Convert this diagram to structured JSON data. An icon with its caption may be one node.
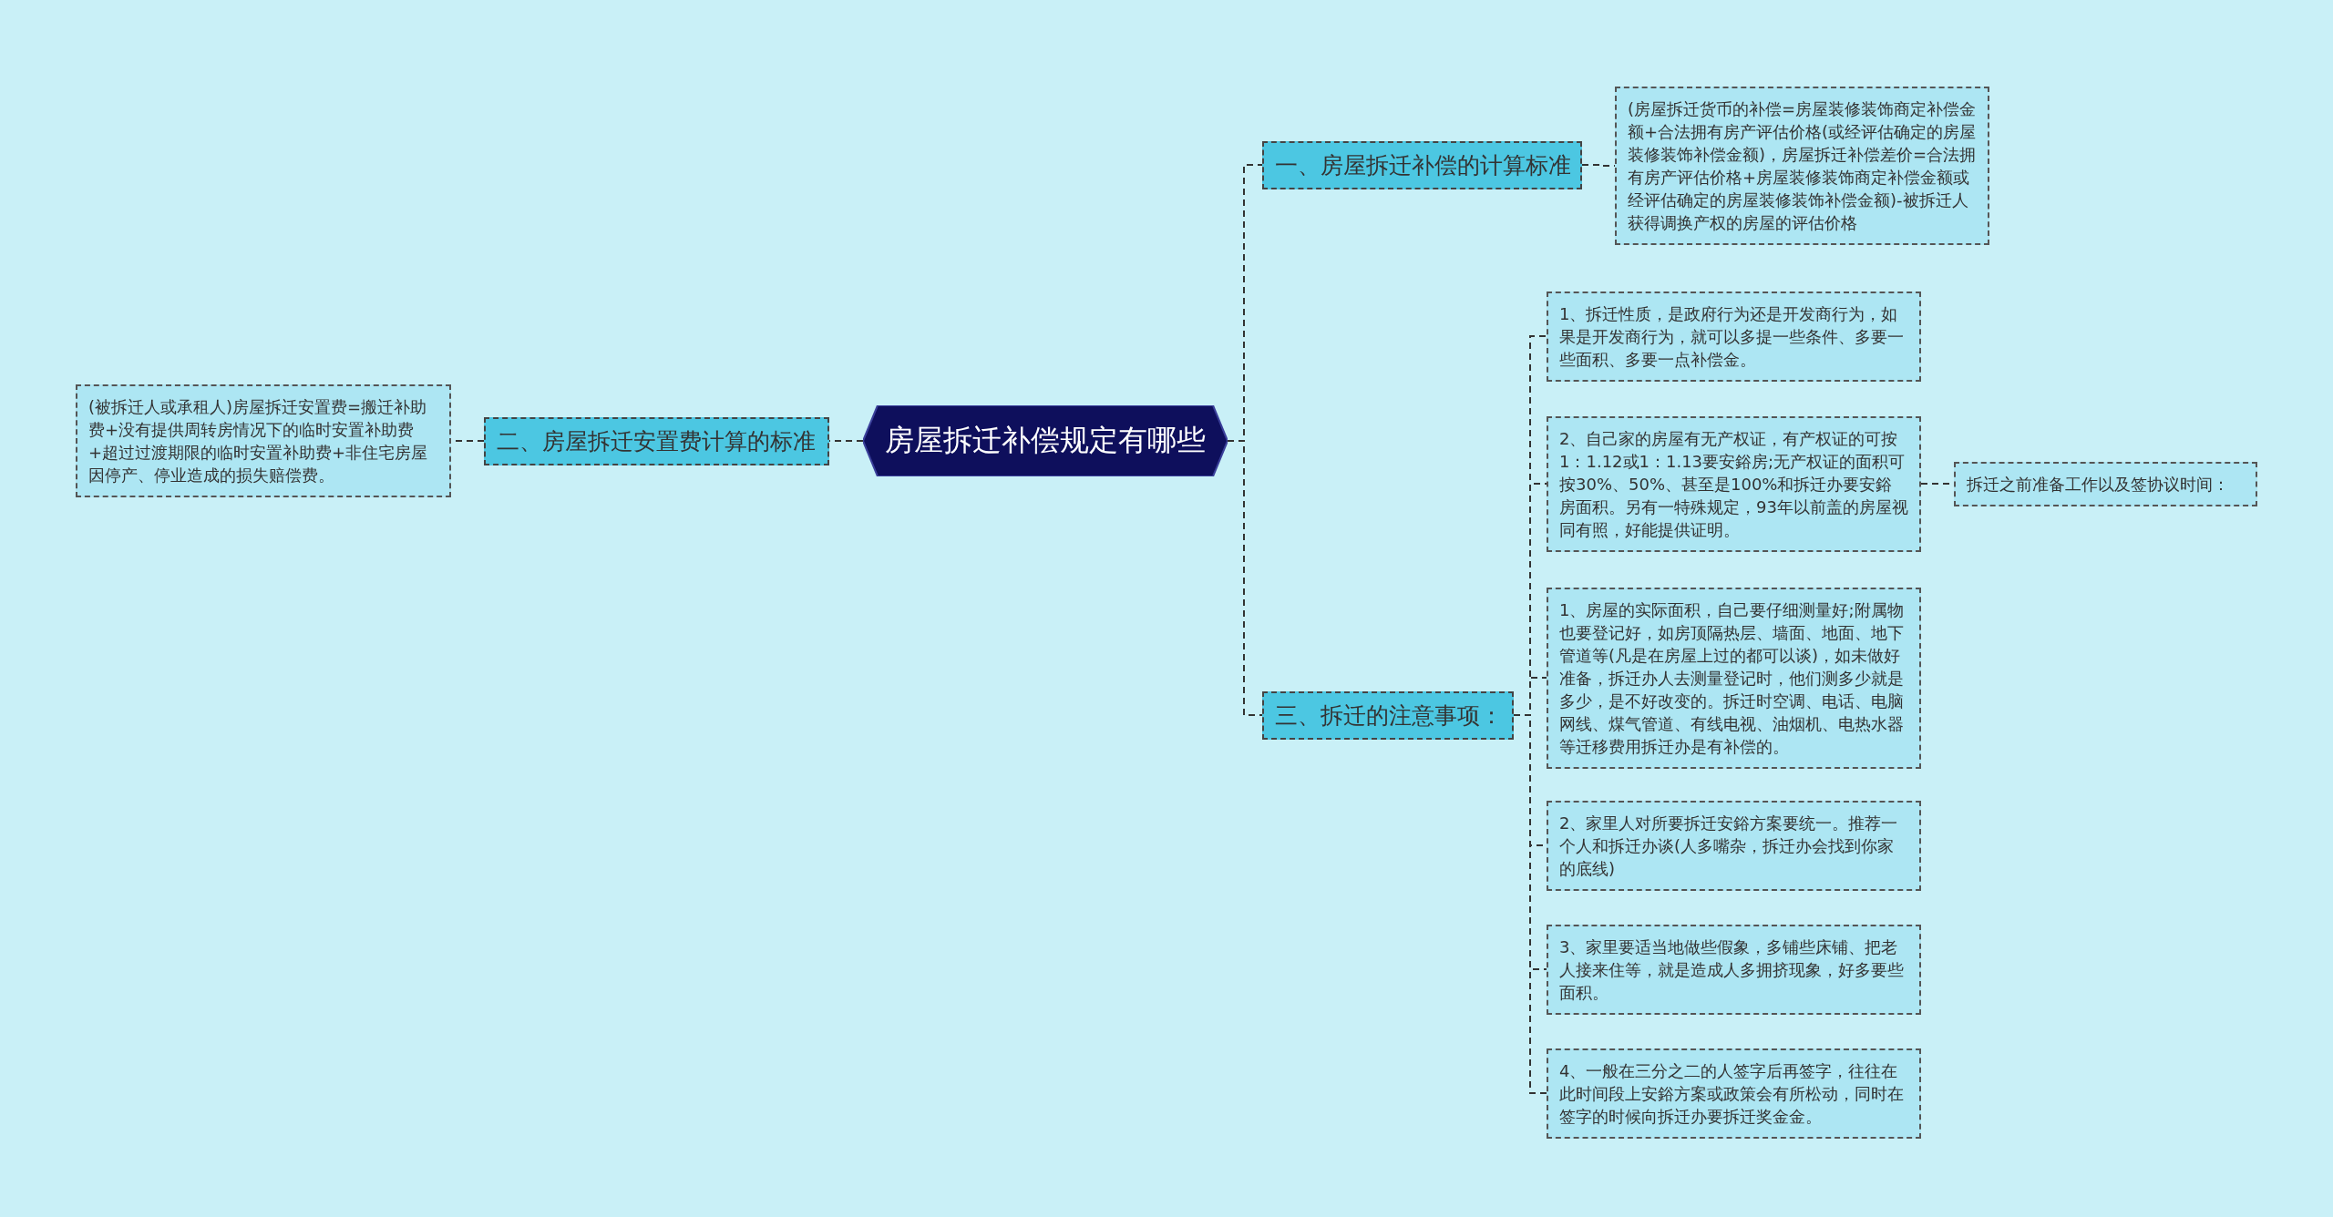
{
  "diagram": {
    "nodes": [
      {
        "text": [
          "房屋拆迁补偿规定有哪些"
        ]
      },
      {
        "text": [
          "一、房屋拆迁补偿的计算标准"
        ]
      },
      {
        "text": [
          "(房屋拆迁货币的补偿=房屋装修装饰商定补偿金额+合法拥有房产评估价格(或经评估确定的房屋装修装饰补偿金额)，房屋拆迁补偿差价=合法拥有房产评估价格+房屋装修装饰商定补偿金额或经评估确定的房屋装修装饰补偿金额)-被拆迁人获得调换产权的房屋的评估价格"
        ]
      },
      {
        "text": [
          "二、房屋拆迁安置费计算的标准"
        ]
      },
      {
        "text": [
          "(被拆迁人或承租人)房屋拆迁安置费=搬迁补助费+没有提供周转房情况下的临时安置补助费+超过过渡期限的临时安置补助费+非住宅房屋因停产、停业造成的损失赔偿费。"
        ]
      },
      {
        "text": [
          "三、拆迁的注意事项："
        ]
      },
      {
        "text": [
          "1、拆迁性质，是政府行为还是开发商行为，如果是开发商行为，就可以多提一些条件、多要一些面积、多要一点补偿金。"
        ]
      },
      {
        "text": [
          "2、自己家的房屋有无产权证，有产权证的可按1：1.12或1：1.13要安鋊房;无产权证的面积可按30%、50%、甚至是100%和拆迁办要安鋊房面积。另有一特殊规定，93年以前盖的房屋视同有照，好能提供证明。"
        ]
      },
      {
        "text": [
          "拆迁之前准备工作以及签协议时间："
        ]
      },
      {
        "text": [
          "1、房屋的实际面积，自己要仔细测量好;附属物也要登记好，如房顶隔热层、墙面、地面、地下管道等(凡是在房屋上过的都可以谈)，如未做好准备，拆迁办人去测量登记时，他们测多少就是多少，是不好改变的。拆迁时空调、电话、电脑网线、煤气管道、有线电视、油烟机、电热水器等迁移费用拆迁办是有补偿的。"
        ]
      },
      {
        "text": [
          "2、家里人对所要拆迁安鋊方案要统一。推荐一个人和拆迁办谈(人多嘴杂，拆迁办会找到你家的底线)"
        ]
      },
      {
        "text": [
          "3、家里要适当地做些假象，多铺些床铺、把老人接来住等，就是造成人多拥挤现象，好多要些面积。"
        ]
      },
      {
        "text": [
          "4、一般在三分之二的人签字后再签字，往往在此时间段上安鋊方案或政策会有所松动，同时在签字的时候向拆迁办要拆迁奖金金。"
        ]
      }
    ],
    "edges": [
      {
        "from": 0,
        "to": 1,
        "arrow": "none",
        "style": "dashed"
      },
      {
        "from": 0,
        "to": 3,
        "arrow": "none",
        "style": "dashed"
      },
      {
        "from": 0,
        "to": 5,
        "arrow": "none",
        "style": "dashed"
      },
      {
        "from": 1,
        "to": 2,
        "arrow": "none",
        "style": "dashed"
      },
      {
        "from": 3,
        "to": 4,
        "arrow": "none",
        "style": "dashed"
      },
      {
        "from": 5,
        "to": 6,
        "arrow": "none",
        "style": "dashed"
      },
      {
        "from": 5,
        "to": 7,
        "arrow": "none",
        "style": "dashed"
      },
      {
        "from": 7,
        "to": 8,
        "arrow": "none",
        "style": "dashed"
      },
      {
        "from": 5,
        "to": 9,
        "arrow": "none",
        "style": "dashed"
      },
      {
        "from": 5,
        "to": 10,
        "arrow": "none",
        "style": "dashed"
      },
      {
        "from": 5,
        "to": 11,
        "arrow": "none",
        "style": "dashed"
      },
      {
        "from": 5,
        "to": 12,
        "arrow": "none",
        "style": "dashed"
      }
    ]
  }
}
